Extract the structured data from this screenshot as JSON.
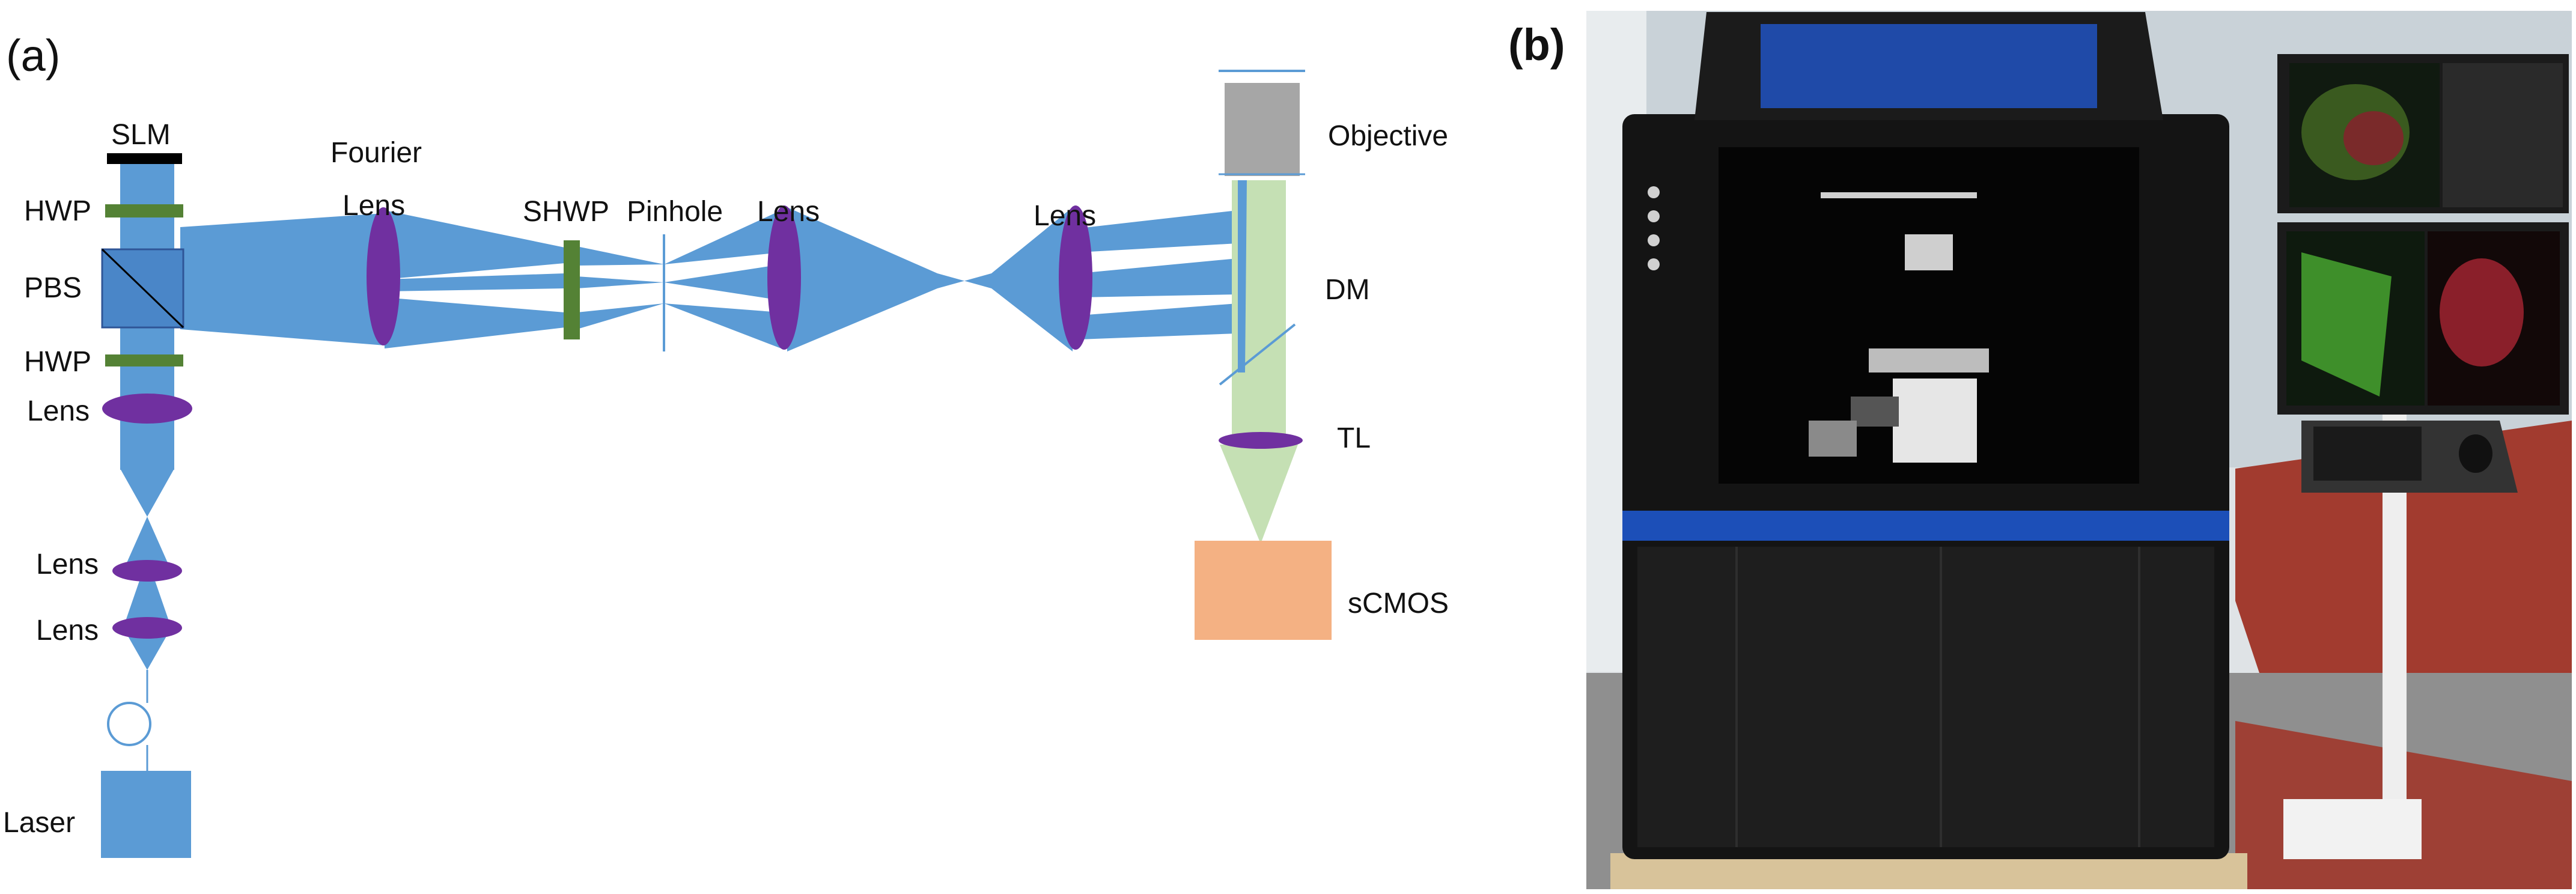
{
  "panels": {
    "a": {
      "label": "(a)",
      "components": {
        "slm": "SLM",
        "hwp_top": "HWP",
        "pbs": "PBS",
        "hwp_bottom": "HWP",
        "lens_upper": "Lens",
        "lens_mid": "Lens",
        "lens_low": "Lens",
        "laser": "Laser",
        "fourier_lens_line1": "Fourier",
        "fourier_lens_line2": "Lens",
        "shwp": "SHWP",
        "pinhole": "Pinhole",
        "relay_lens_1": "Lens",
        "relay_lens_2": "Lens",
        "objective": "Objective",
        "dm": "DM",
        "tl": "TL",
        "camera": "sCMOS"
      }
    },
    "b": {
      "label": "(b)",
      "photo_description": "Photograph of the enclosed microscope instrument with monitors and keyboard stand"
    }
  },
  "colors": {
    "beam": "#5b9bd5",
    "optic_component": "#4a86c8",
    "lens": "#7030a0",
    "waveplate": "#548235",
    "emission": "#c5e0b4",
    "camera": "#f4b183",
    "objective": "#a6a6a6"
  }
}
